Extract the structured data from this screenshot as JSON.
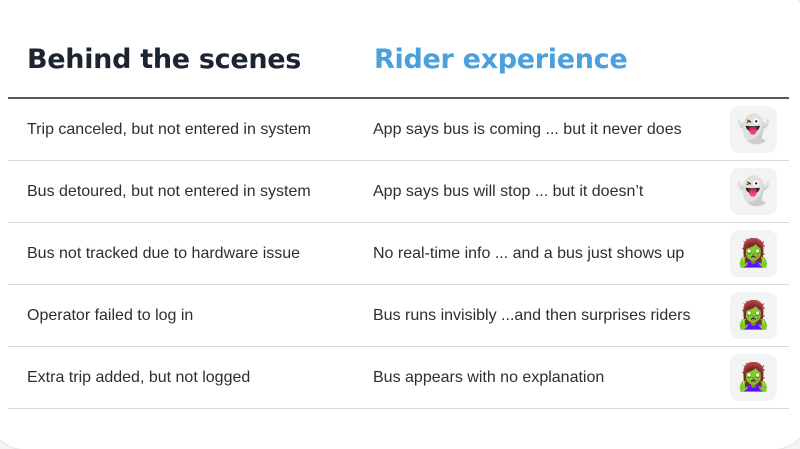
{
  "header": {
    "left_title": "Behind the scenes",
    "right_title": "Rider experience",
    "left_color": "#1b2430",
    "right_color": "#4a9fdd"
  },
  "rows": [
    {
      "behind": "Trip canceled, but not entered in system",
      "rider": "App says bus is coming ... but it never does",
      "icon": "ghost-icon",
      "glyph": "👻"
    },
    {
      "behind": "Bus detoured, but not entered in system",
      "rider": "App says bus will stop ... but it doesn’t",
      "icon": "ghost-icon",
      "glyph": "👻"
    },
    {
      "behind": "Bus not tracked due to hardware issue",
      "rider": "No real-time info ... and a bus just shows up",
      "icon": "zombie-icon",
      "glyph": "🧟‍♀️"
    },
    {
      "behind": "Operator failed to log in",
      "rider": "Bus runs invisibly ...and then surprises riders",
      "icon": "zombie-icon",
      "glyph": "🧟‍♀️"
    },
    {
      "behind": "Extra trip added, but not logged",
      "rider": "Bus appears with no explanation",
      "icon": "zombie-icon",
      "glyph": "🧟‍♀️"
    }
  ]
}
